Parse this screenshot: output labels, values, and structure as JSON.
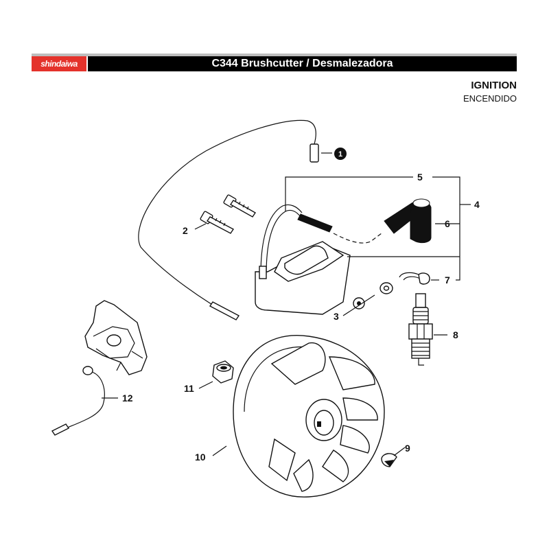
{
  "header": {
    "brand": "shindaiwa",
    "model_title": "C344 Brushcutter / Desmalezadora"
  },
  "section": {
    "title": "IGNITION",
    "subtitle": "ENCENDIDO"
  },
  "callouts": [
    {
      "id": "1",
      "filled": true
    },
    {
      "id": "2"
    },
    {
      "id": "3"
    },
    {
      "id": "4"
    },
    {
      "id": "5"
    },
    {
      "id": "6"
    },
    {
      "id": "7"
    },
    {
      "id": "8"
    },
    {
      "id": "9"
    },
    {
      "id": "10"
    },
    {
      "id": "11"
    },
    {
      "id": "12"
    }
  ],
  "colors": {
    "brand_red": "#e4322b",
    "header_black": "#000000",
    "stripe_gray": "#bdbdbd"
  }
}
